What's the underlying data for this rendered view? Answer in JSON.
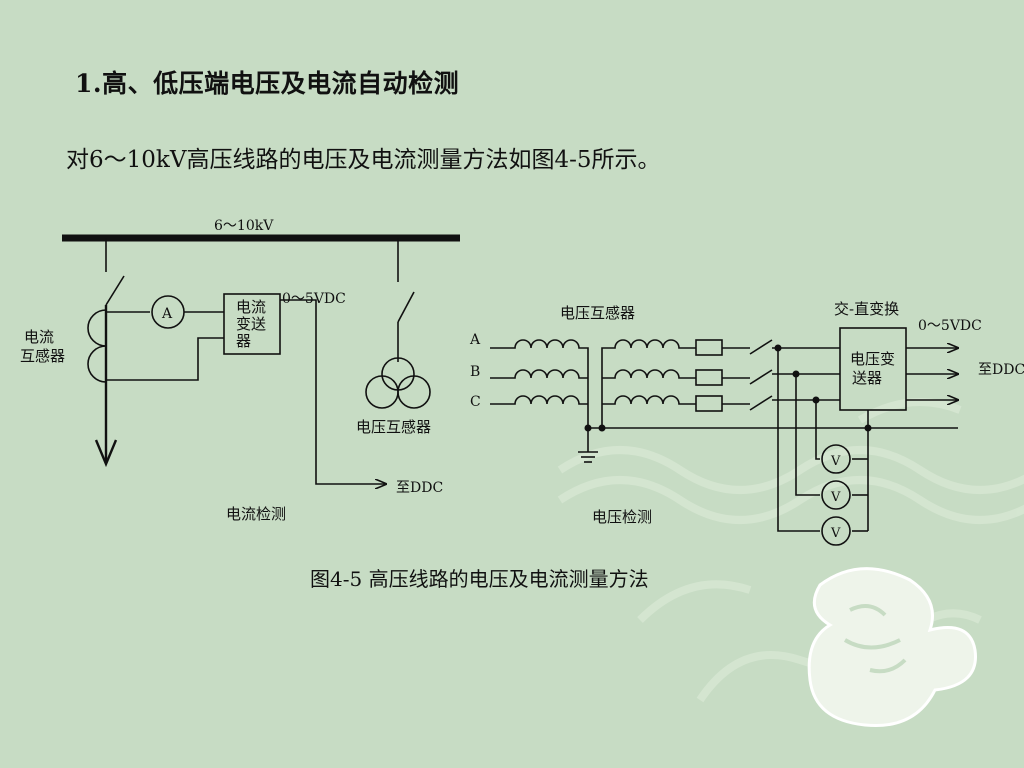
{
  "slide": {
    "title": "1.高、低压端电压及电流自动检测",
    "intro": "对6～10kV高压线路的电压及电流测量方法如图4-5所示。",
    "caption": "图4-5 高压线路的电压及电流测量方法"
  },
  "left_diagram": {
    "bus_label": "6～10kV",
    "ct_label_line1": "电流",
    "ct_label_line2": "互感器",
    "ammeter_symbol": "A",
    "transmitter_line1": "电流",
    "transmitter_line2": "变送",
    "transmitter_line3": "器",
    "output_range": "0～5VDC",
    "pt_label": "电压互感器",
    "to_ddc": "至DDC",
    "section_label": "电流检测"
  },
  "right_diagram": {
    "pt_label": "电压互感器",
    "converter_label": "交-直变换",
    "output_range": "0～5VDC",
    "phases": [
      "A",
      "B",
      "C"
    ],
    "transmitter_line1": "电压变",
    "transmitter_line2": "送器",
    "to_ddc": "至DDC",
    "voltmeter_symbol": "V",
    "section_label": "电压检测"
  }
}
